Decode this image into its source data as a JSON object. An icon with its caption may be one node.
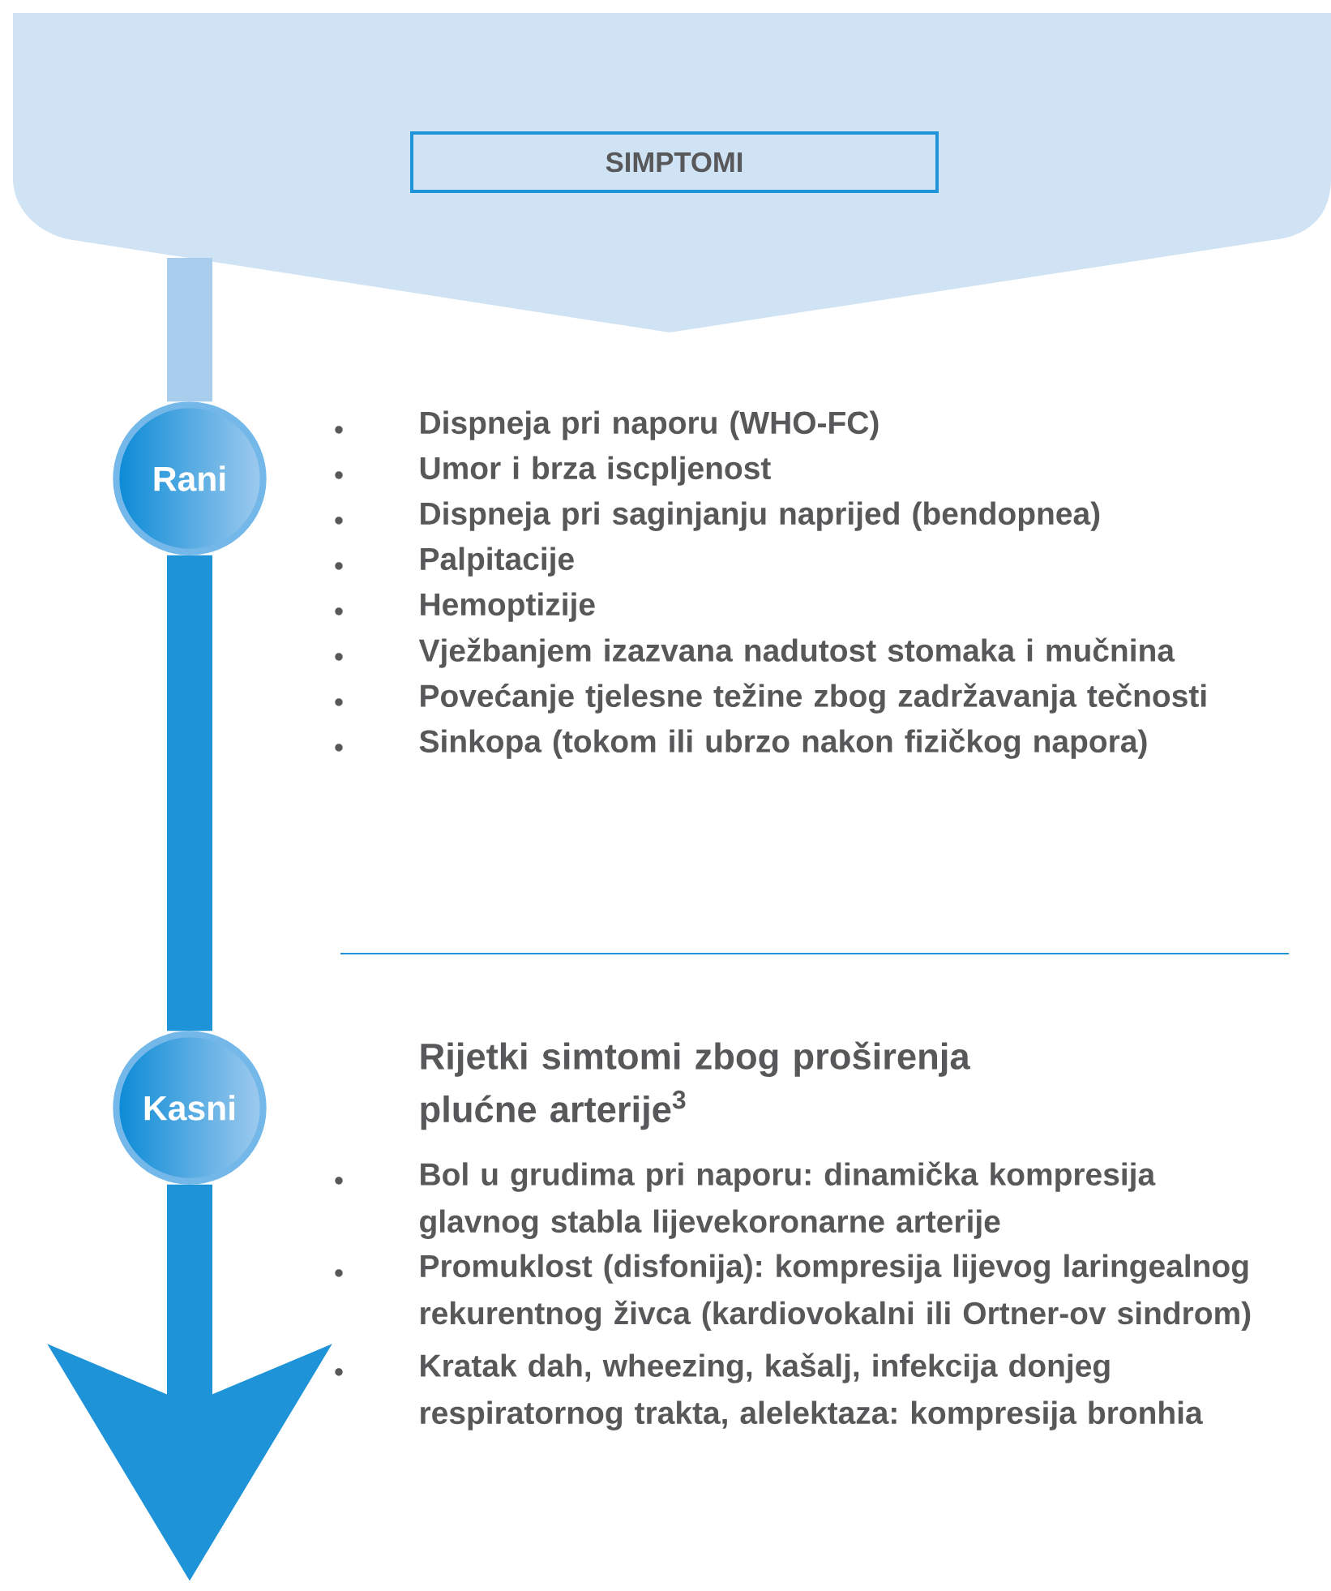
{
  "diagram": {
    "nodes": [
      {
        "text": [],
        "shape": "banner"
      },
      {
        "text": [
          "SIMPTOMI"
        ],
        "in": 0
      },
      {
        "text": [
          "Rani"
        ]
      },
      {
        "text": [
          "Kasni"
        ]
      }
    ],
    "edges": [
      {
        "from": 0,
        "to": 2,
        "arrow": "none",
        "color": "#a9cdec"
      },
      {
        "from": 2,
        "to": 3,
        "arrow": "none"
      },
      {
        "from": 3,
        "to": null,
        "arrow": "to"
      }
    ],
    "labels": [
      "Dispneja pri naporu (WHO-FC)",
      "Umor i brza iscpljenost",
      "Dispneja pri saginjanju naprijed (bendopnea)",
      "Palpitacije",
      "Hemoptizije",
      "Vježbanjem izazvana nadutost stomaka i mučnina",
      "Povećanje tjelesne težine zbog zadržavanja tečnosti",
      "Sinkopa (tokom ili ubrzo nakon fizičkog napora)",
      "Rijetki simtomi zbog proširenja plućne arterije$^{3}$",
      "Bol u grudima pri naporu: dinamička kompresija glavnog stabla lijevekoronarne arterije",
      "Promuklost (disfonija): kompresija lijevog laringealnog rekurentnog živca (kardiovokalni ili Ortner-ov sindrom)",
      "Kratak dah, wheezing, kašalj, infekcija donjeg respiratornog trakta, alelektaza: kompresija bronhia"
    ]
  }
}
